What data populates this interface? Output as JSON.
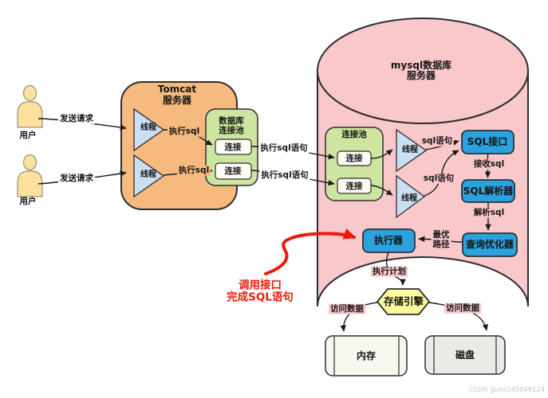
{
  "watermark": "CSDN @zht245648124",
  "colors": {
    "tomcat": "#F6BA7E",
    "pool_green": "#CDE5A0",
    "mysql_pink": "#F9C8CB",
    "box_blue": "#2BA1DD",
    "thread_blue": "#CBDFF2",
    "engine_yellow": "#FBFA9C",
    "connection_white": "#FDFDF6",
    "user_yellow": "#FBE09E",
    "memory_fill": "#F8F7EF",
    "disk_fill": "#EAEAE6",
    "annotation_red": "#EB1A0C"
  },
  "users": [
    {
      "label": "用户",
      "request_label": "发送请求"
    },
    {
      "label": "用户",
      "request_label": "发送请求"
    }
  ],
  "tomcat": {
    "title_line1": "Tomcat",
    "title_line2": "服务器",
    "threads": [
      {
        "label": "线程",
        "action_label": "执行sql"
      },
      {
        "label": "线程",
        "action_label": "执行sql"
      }
    ],
    "db_pool": {
      "title_line1": "数据库",
      "title_line2": "连接池",
      "connections": [
        {
          "label": "连接"
        },
        {
          "label": "连接"
        }
      ]
    }
  },
  "wire_labels": {
    "exec_sql_stmt_1": "执行sql语句",
    "exec_sql_stmt_2": "执行sql语句"
  },
  "mysql": {
    "title_line1": "mysql数据库",
    "title_line2": "服务器",
    "pool": {
      "title": "连接池",
      "connections": [
        {
          "label": "连接"
        },
        {
          "label": "连接"
        }
      ]
    },
    "threads": [
      {
        "label": "线程",
        "action_label": "sql语句"
      },
      {
        "label": "线程",
        "action_label": "sql语句"
      }
    ],
    "sql_interface": "SQL接口",
    "receive_sql_label": "接收sql",
    "parser": "SQL解析器",
    "parse_sql_label": "解析sql",
    "optimizer": "查询优化器",
    "best_path_line1": "最优",
    "best_path_line2": "路径",
    "executor": "执行器",
    "exec_plan_label": "执行计划",
    "storage_engine": "存储引擎",
    "access_data_left": "访问数据",
    "access_data_right": "访问数据"
  },
  "storage": {
    "memory": "内存",
    "disk": "磁盘"
  },
  "annotation": {
    "line1": "调用接口",
    "line2": "完成SQL语句"
  }
}
